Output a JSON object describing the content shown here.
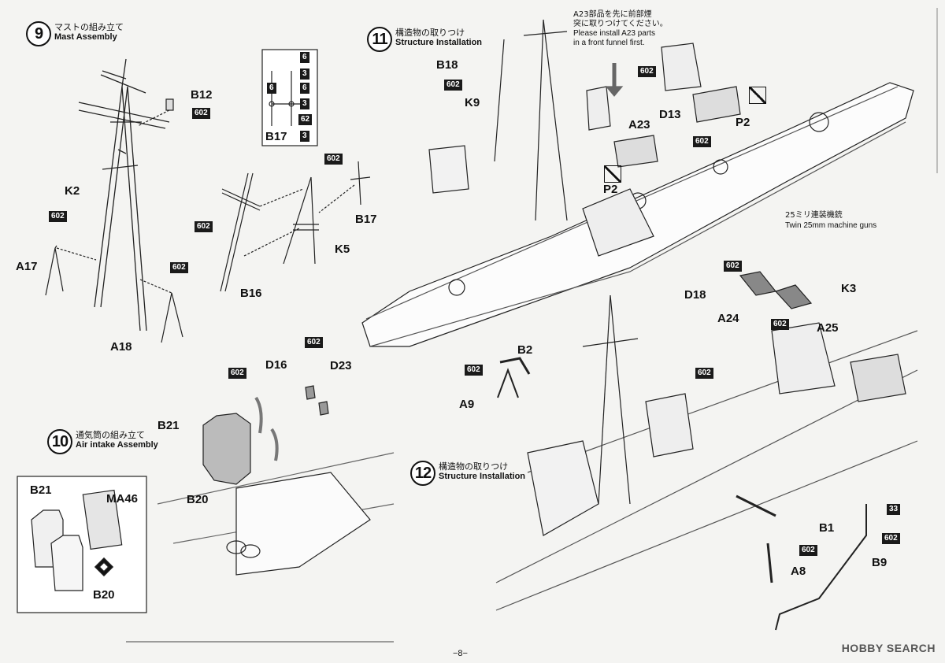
{
  "steps": [
    {
      "num": "9",
      "jp": "マストの組み立て",
      "en": "Mast Assembly"
    },
    {
      "num": "10",
      "jp": "通気筒の組み立て",
      "en": "Air intake Assembly"
    },
    {
      "num": "11",
      "jp": "構造物の取りつけ",
      "en": "Structure Installation"
    },
    {
      "num": "12",
      "jp": "構造物の取りつけ",
      "en": "Structure Installation"
    }
  ],
  "parts": {
    "B12": "B12",
    "K2": "K2",
    "A17": "A17",
    "A18": "A18",
    "B16": "B16",
    "K5": "K5",
    "B17": "B17",
    "B17b": "B17",
    "D16": "D16",
    "D23": "D23",
    "B21": "B21",
    "B20": "B20",
    "B21b": "B21",
    "MA46": "MA46",
    "B20b": "B20",
    "B18": "B18",
    "K9": "K9",
    "A23": "A23",
    "D13": "D13",
    "P2": "P2",
    "P2b": "P2",
    "K3": "K3",
    "D18": "D18",
    "A24": "A24",
    "A25": "A25",
    "B2": "B2",
    "A9": "A9",
    "B1": "B1",
    "A8": "A8",
    "B9": "B9"
  },
  "codes": {
    "c602": "602",
    "c33": "33",
    "c6": "6",
    "c3": "3",
    "c62": "62"
  },
  "notes": {
    "a23_jp": "A23部品を先に前部煙",
    "a23_jp2": "突に取りつけてください。",
    "a23_en1": "Please install A23 parts",
    "a23_en2": "in a front funnel first.",
    "mg_jp": "25ミリ連装機銃",
    "mg_en": "Twin 25mm machine guns"
  },
  "footer": {
    "page": "−8−",
    "watermark": "HOBBY SEARCH"
  }
}
